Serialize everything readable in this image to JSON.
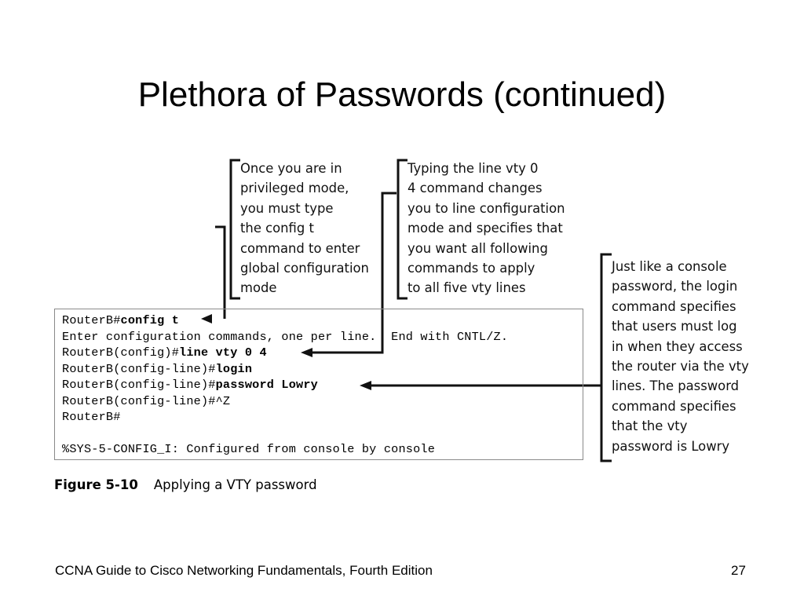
{
  "slide": {
    "title": "Plethora of Passwords (continued)"
  },
  "terminal": {
    "lines": [
      {
        "prefix": "RouterB#",
        "cmd": "config t",
        "rest": ""
      },
      {
        "prefix": "Enter configuration commands, one per line.  End with CNTL/Z.",
        "cmd": "",
        "rest": ""
      },
      {
        "prefix": "RouterB(config)#",
        "cmd": "line vty 0 4",
        "rest": ""
      },
      {
        "prefix": "RouterB(config-line)#",
        "cmd": "login",
        "rest": ""
      },
      {
        "prefix": "RouterB(config-line)#",
        "cmd": "password Lowry",
        "rest": ""
      },
      {
        "prefix": "RouterB(config-line)#^Z",
        "cmd": "",
        "rest": ""
      },
      {
        "prefix": "RouterB#",
        "cmd": "",
        "rest": ""
      },
      {
        "prefix": "",
        "cmd": "",
        "rest": ""
      },
      {
        "prefix": "%SYS-5-CONFIG_I: Configured from console by console",
        "cmd": "",
        "rest": ""
      }
    ]
  },
  "callouts": {
    "config_t": [
      "Once you are in",
      "privileged mode,",
      "you must type",
      "the config t",
      "command to enter",
      "global configuration",
      "mode"
    ],
    "line_vty": [
      "Typing the line vty 0",
      "4 command changes",
      "you to line configuration",
      "mode and specifies that",
      "you want all following",
      "commands to apply",
      "to all five vty lines"
    ],
    "login": [
      "Just like a console",
      "password, the login",
      "command specifies",
      "that users must log",
      "in when they access",
      "the router via the vty",
      "lines. The password",
      "command specifies",
      "that the vty",
      "password is Lowry"
    ]
  },
  "figure": {
    "number": "Figure 5-10",
    "caption": "Applying a VTY password"
  },
  "footer": {
    "left": "CCNA Guide to Cisco Networking Fundamentals, Fourth Edition",
    "page": "27"
  }
}
